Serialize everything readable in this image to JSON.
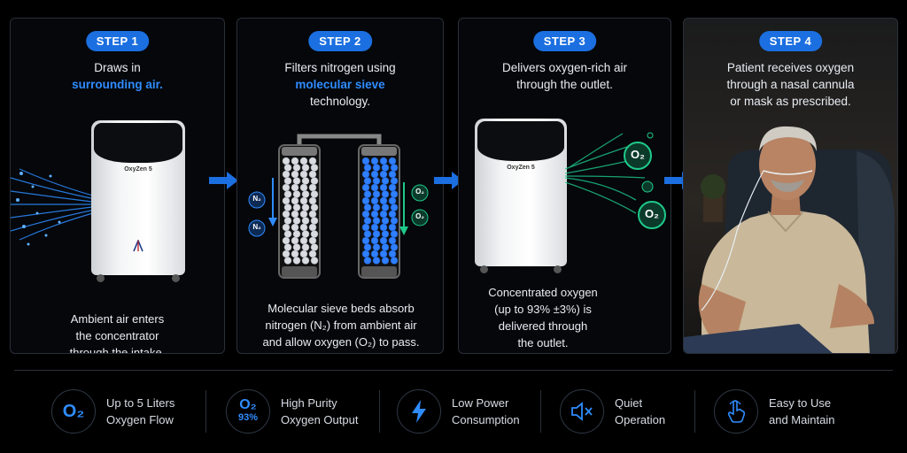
{
  "steps": [
    {
      "label": "STEP 1",
      "desc_line1": "Draws in",
      "desc_highlight": "surrounding air.",
      "device_brand": "OxyZen 5",
      "foot": [
        "Ambient air enters",
        "the concentrator",
        "through the intake."
      ]
    },
    {
      "label": "STEP 2",
      "desc_line1": "Filters nitrogen using",
      "desc_highlight": "molecular sieve",
      "desc_line3": "technology.",
      "n2_label": "N₂",
      "o2_label": "O₂",
      "foot": [
        "Molecular sieve beds absorb",
        "nitrogen (N₂) from ambient air",
        "and allow oxygen (O₂) to pass."
      ]
    },
    {
      "label": "STEP 3",
      "desc_line1": "Delivers oxygen-rich air",
      "desc_line2": "through the outlet.",
      "device_brand": "OxyZen 5",
      "o2_label": "O₂",
      "foot": [
        "Concentrated oxygen",
        "(up to 93% ±3%) is",
        "delivered through",
        "the outlet."
      ]
    },
    {
      "label": "STEP 4",
      "desc_line1": "Patient receives oxygen",
      "desc_line2": "through a nasal cannula",
      "desc_line3": "or mask as prescribed."
    }
  ],
  "features": [
    {
      "icon": "o2-icon",
      "glyph": "O₂",
      "line1": "Up to 5 Liters",
      "line2": "Oxygen Flow"
    },
    {
      "icon": "o2-purity-icon",
      "glyph": "O₂",
      "sub": "93%",
      "line1": "High Purity",
      "line2": "Oxygen Output"
    },
    {
      "icon": "lightning-icon",
      "line1": "Low Power",
      "line2": "Consumption"
    },
    {
      "icon": "speaker-mute-icon",
      "line1": "Quiet",
      "line2": "Operation"
    },
    {
      "icon": "touch-hand-icon",
      "line1": "Easy to Use",
      "line2": "and Maintain"
    }
  ],
  "colors": {
    "accent": "#1b6fe0",
    "highlight": "#2f8cff",
    "oxygen": "#1fc98a",
    "background": "#000000"
  }
}
